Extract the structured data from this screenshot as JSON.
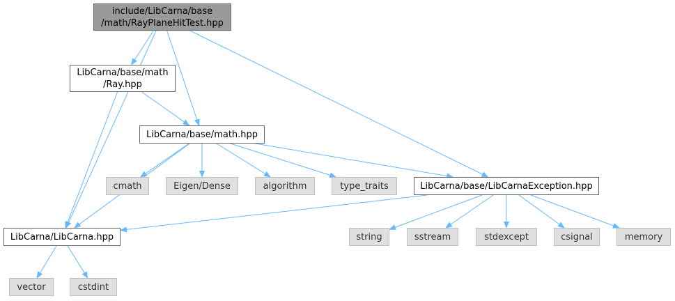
{
  "colors": {
    "edge": "#63b8ff",
    "root_fill": "#999999",
    "node_fill": "#ffffff",
    "system_fill": "#e0e0e0",
    "node_border": "#666666",
    "system_border": "#bfbfbf"
  },
  "nodes": {
    "root": {
      "line1": "include/LibCarna/base",
      "line2": "/math/RayPlaneHitTest.hpp"
    },
    "ray": {
      "line1": "LibCarna/base/math",
      "line2": "/Ray.hpp"
    },
    "math": {
      "label": "LibCarna/base/math.hpp"
    },
    "libcarna": {
      "label": "LibCarna/LibCarna.hpp"
    },
    "exception": {
      "label": "LibCarna/base/LibCarnaException.hpp"
    },
    "cmath": {
      "label": "cmath"
    },
    "eigen": {
      "label": "Eigen/Dense"
    },
    "algorithm": {
      "label": "algorithm"
    },
    "type_traits": {
      "label": "type_traits"
    },
    "vector": {
      "label": "vector"
    },
    "cstdint": {
      "label": "cstdint"
    },
    "string": {
      "label": "string"
    },
    "sstream": {
      "label": "sstream"
    },
    "stdexcept": {
      "label": "stdexcept"
    },
    "csignal": {
      "label": "csignal"
    },
    "memory": {
      "label": "memory"
    }
  },
  "edges": [
    [
      "root",
      "ray"
    ],
    [
      "root",
      "math"
    ],
    [
      "root",
      "libcarna"
    ],
    [
      "root",
      "exception"
    ],
    [
      "ray",
      "math"
    ],
    [
      "ray",
      "libcarna"
    ],
    [
      "math",
      "libcarna"
    ],
    [
      "math",
      "cmath"
    ],
    [
      "math",
      "eigen"
    ],
    [
      "math",
      "algorithm"
    ],
    [
      "math",
      "type_traits"
    ],
    [
      "math",
      "exception"
    ],
    [
      "exception",
      "libcarna"
    ],
    [
      "exception",
      "string"
    ],
    [
      "exception",
      "sstream"
    ],
    [
      "exception",
      "stdexcept"
    ],
    [
      "exception",
      "csignal"
    ],
    [
      "exception",
      "memory"
    ],
    [
      "libcarna",
      "vector"
    ],
    [
      "libcarna",
      "cstdint"
    ]
  ]
}
